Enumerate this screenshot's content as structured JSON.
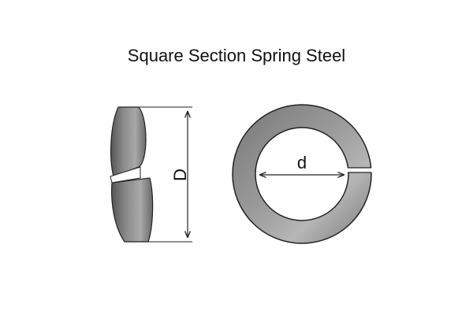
{
  "diagram": {
    "title": "Square Section Spring Steel",
    "labels": {
      "outer_diameter": "D",
      "inner_diameter": "d"
    },
    "colors": {
      "steel_dark": "#5a5a5a",
      "steel_mid": "#8a8a8a",
      "steel_light": "#bdbdbd",
      "outline": "#222222",
      "background": "#ffffff"
    }
  }
}
